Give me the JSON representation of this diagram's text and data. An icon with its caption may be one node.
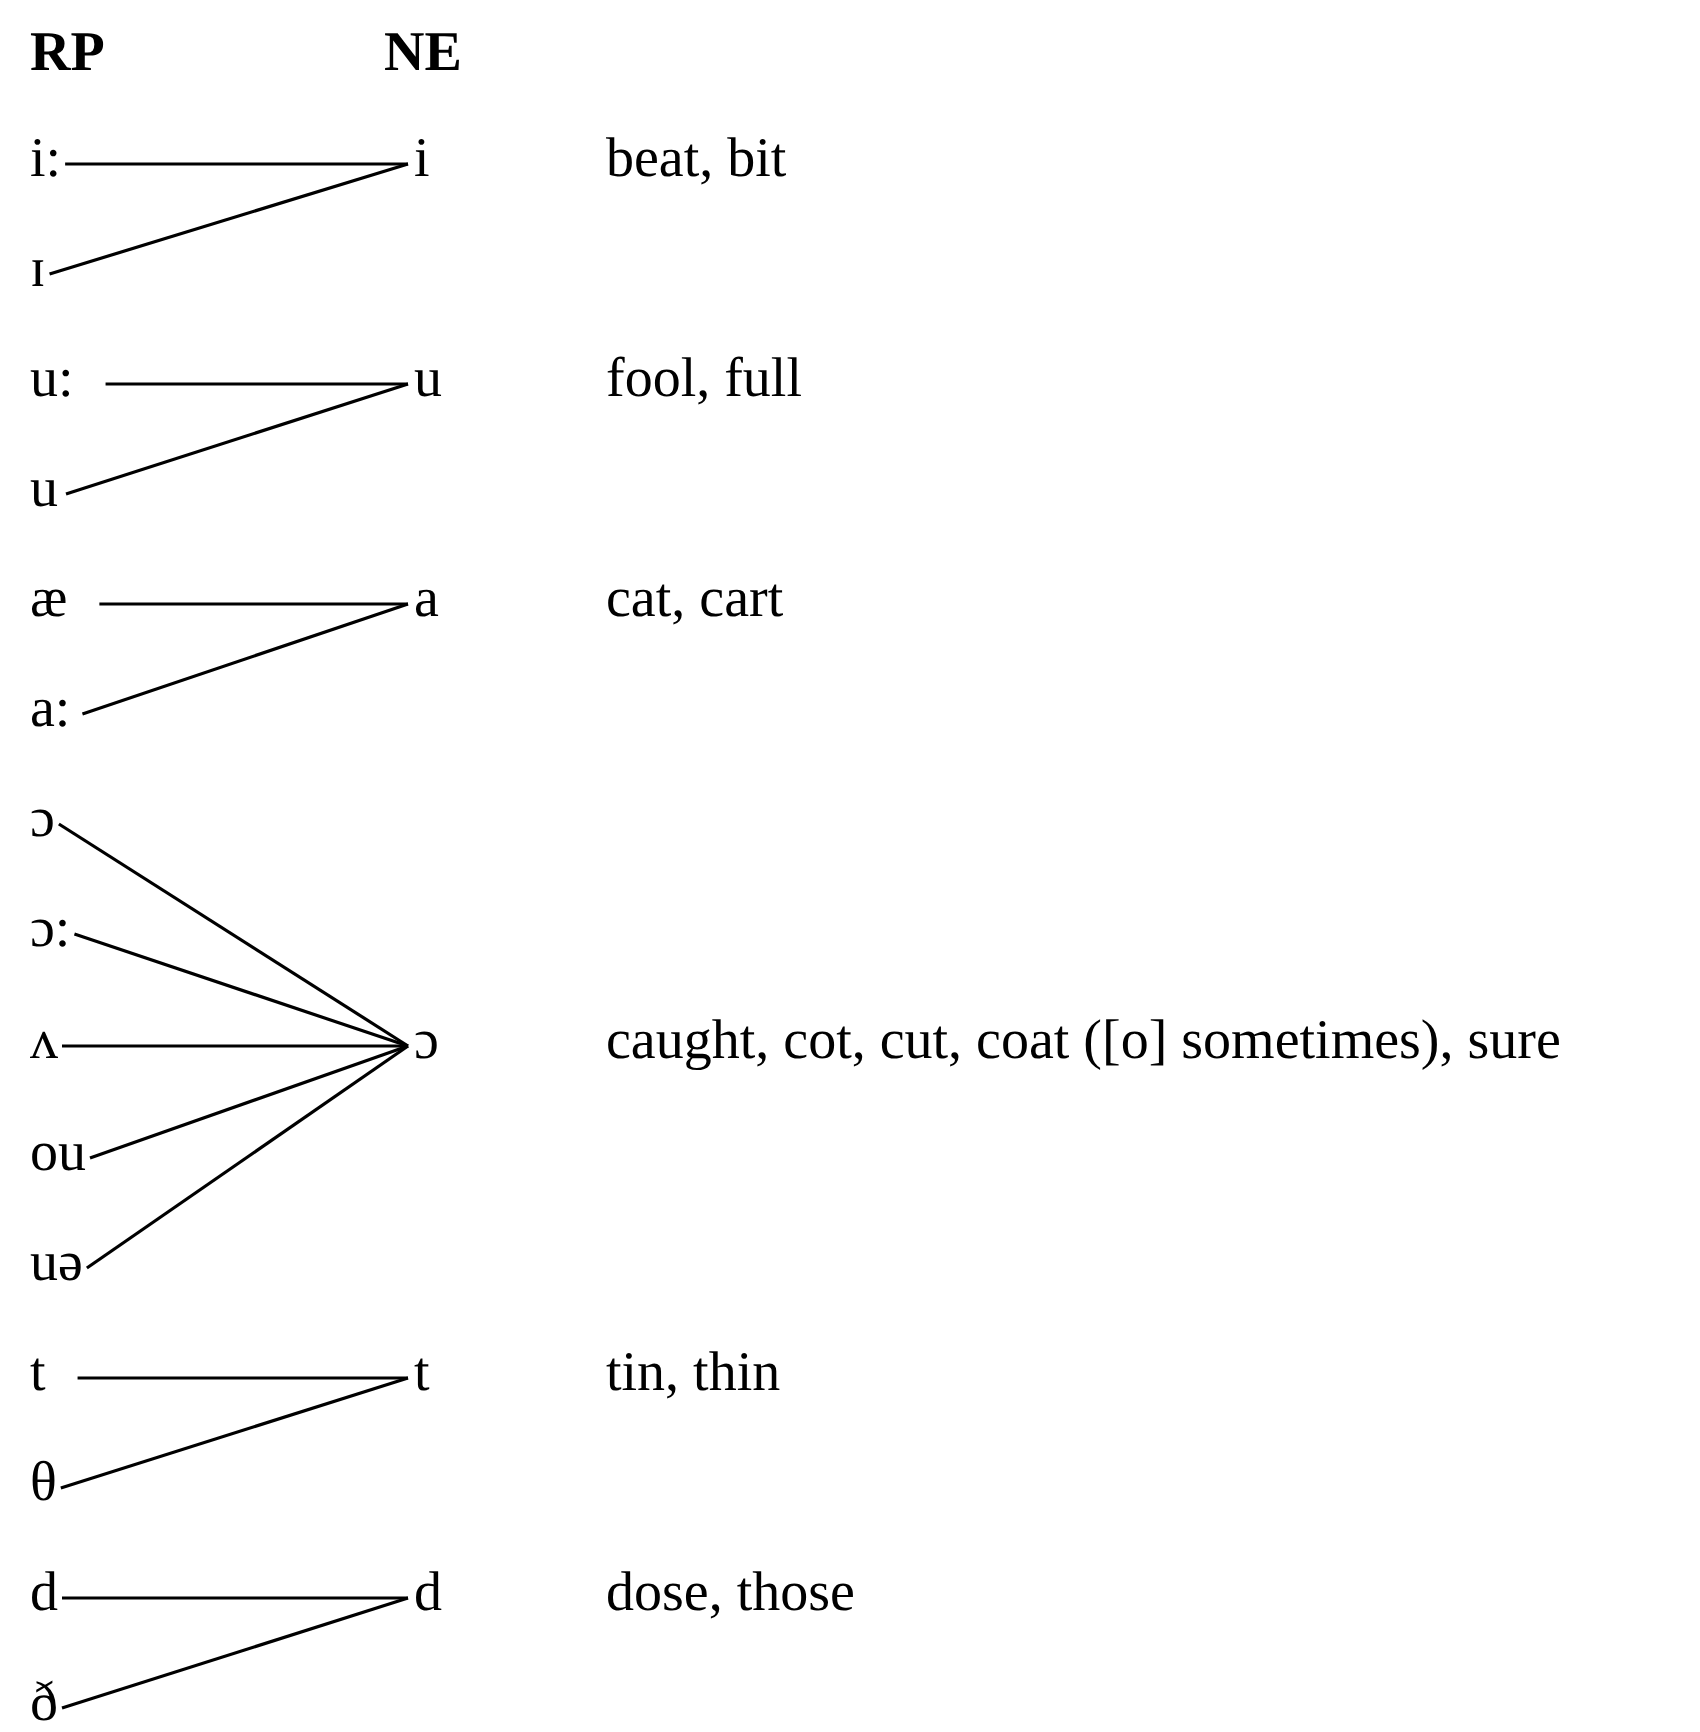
{
  "diagram": {
    "nodes": [
      {
        "text": [
          "i:"
        ]
      },
      {
        "text": [
          "i"
        ],
        "beside": [
          "beat, bit"
        ]
      },
      {
        "text": [
          "ɪ"
        ]
      },
      {
        "text": [
          "u:"
        ]
      },
      {
        "text": [
          "u"
        ],
        "beside": [
          "fool, full"
        ]
      },
      {
        "text": [
          "u"
        ]
      },
      {
        "text": [
          "æ"
        ]
      },
      {
        "text": [
          "a"
        ],
        "beside": [
          "cat, cart"
        ]
      },
      {
        "text": [
          "a:"
        ]
      },
      {
        "text": [
          "ɔ"
        ]
      },
      {
        "text": [
          "ɔ:"
        ]
      },
      {
        "text": [
          "ʌ"
        ]
      },
      {
        "text": [
          "ɔ"
        ],
        "beside": [
          "caught, cot, cut, coat ([o] sometimes), sure"
        ]
      },
      {
        "text": [
          "ou"
        ]
      },
      {
        "text": [
          "uə"
        ]
      },
      {
        "text": [
          "t"
        ]
      },
      {
        "text": [
          "t"
        ],
        "beside": [
          "tin, thin"
        ]
      },
      {
        "text": [
          "θ"
        ]
      },
      {
        "text": [
          "d"
        ]
      },
      {
        "text": [
          "d"
        ],
        "beside": [
          "dose, those"
        ]
      },
      {
        "text": [
          "ð"
        ]
      }
    ],
    "edges": [
      {
        "from": 0,
        "to": 1,
        "arrow": "none"
      },
      {
        "from": 2,
        "to": 1,
        "arrow": "none"
      },
      {
        "from": 3,
        "to": 4,
        "arrow": "none"
      },
      {
        "from": 5,
        "to": 4,
        "arrow": "none"
      },
      {
        "from": 6,
        "to": 7,
        "arrow": "none"
      },
      {
        "from": 8,
        "to": 7,
        "arrow": "none"
      },
      {
        "from": 9,
        "to": 12,
        "arrow": "none"
      },
      {
        "from": 10,
        "to": 12,
        "arrow": "none"
      },
      {
        "from": 11,
        "to": 12,
        "arrow": "none"
      },
      {
        "from": 13,
        "to": 12,
        "arrow": "none"
      },
      {
        "from": 14,
        "to": 12,
        "arrow": "none"
      },
      {
        "from": 15,
        "to": 16,
        "arrow": "none"
      },
      {
        "from": 17,
        "to": 16,
        "arrow": "none"
      },
      {
        "from": 18,
        "to": 19,
        "arrow": "none"
      },
      {
        "from": 20,
        "to": 19,
        "arrow": "none"
      }
    ],
    "labels": [
      "RP",
      "NE"
    ]
  }
}
